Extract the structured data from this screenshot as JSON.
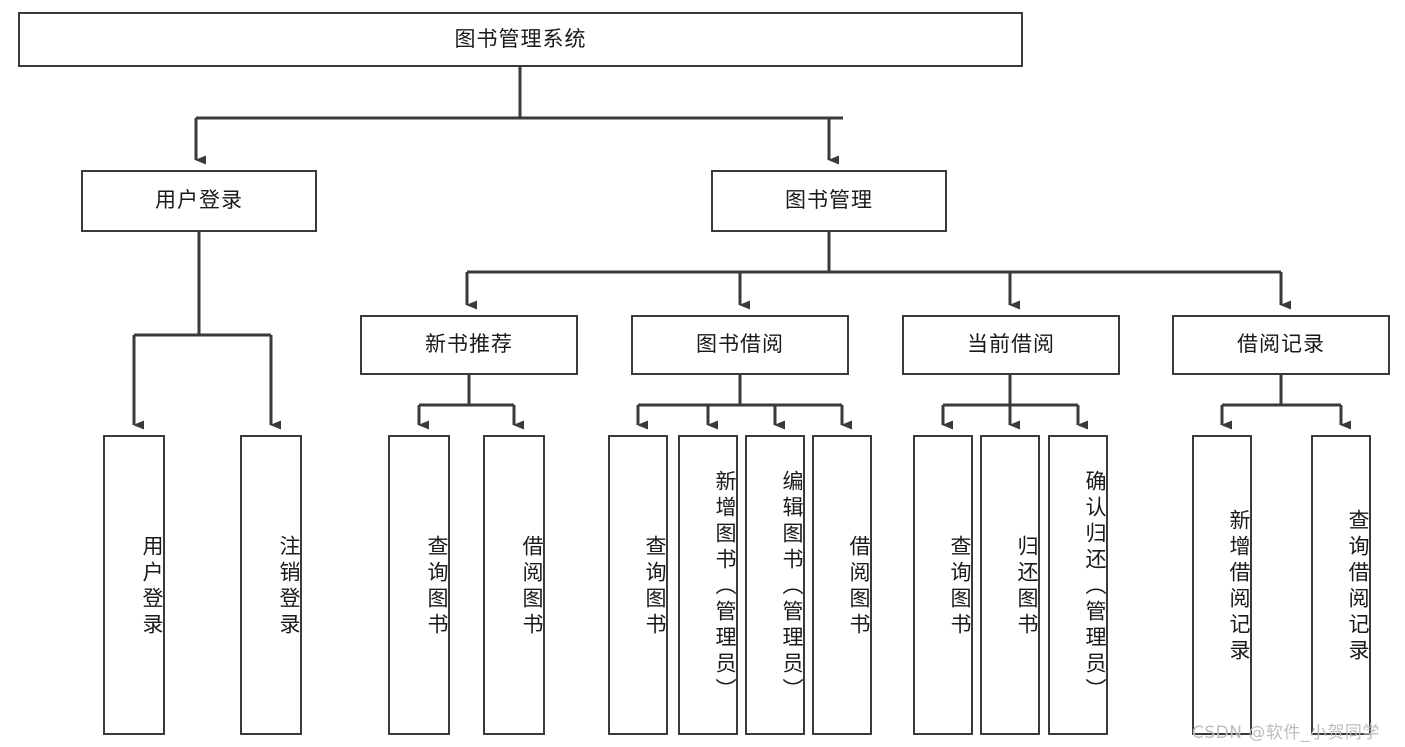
{
  "diagram": {
    "title": "图书管理系统",
    "type": "tree-hierarchy-chart",
    "orientation": "top-down",
    "colors": {
      "box_border": "#3a3a3a",
      "box_fill": "#ffffff",
      "connector": "#3a3a3a",
      "text": "#1a1a1a",
      "watermark": "#bdbdbd",
      "background": "#ffffff"
    }
  },
  "nodes": {
    "root": {
      "label": "图书管理系统"
    },
    "level2": [
      {
        "label": "用户登录"
      },
      {
        "label": "图书管理"
      }
    ],
    "level3": [
      {
        "label": "新书推荐"
      },
      {
        "label": "图书借阅"
      },
      {
        "label": "当前借阅"
      },
      {
        "label": "借阅记录"
      }
    ],
    "leaves": {
      "user_login": [
        {
          "label": "用户登录"
        },
        {
          "label": "注销登录"
        }
      ],
      "new_book_recommend": [
        {
          "label": "查询图书"
        },
        {
          "label": "借阅图书"
        }
      ],
      "book_borrow": [
        {
          "label": "查询图书"
        },
        {
          "label": "新增图书（管理员）"
        },
        {
          "label": "编辑图书（管理员）"
        },
        {
          "label": "借阅图书"
        }
      ],
      "current_borrow": [
        {
          "label": "查询图书"
        },
        {
          "label": "归还图书"
        },
        {
          "label": "确认归还（管理员）"
        }
      ],
      "borrow_record": [
        {
          "label": "新增借阅记录"
        },
        {
          "label": "查询借阅记录"
        }
      ]
    }
  },
  "watermark": {
    "text": "CSDN @软件_小贺同学"
  }
}
